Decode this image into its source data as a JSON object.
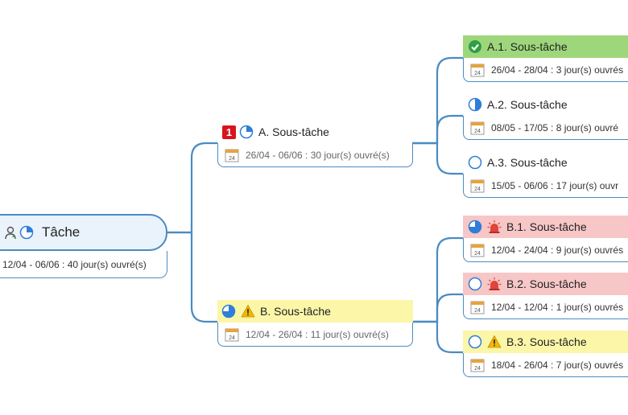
{
  "root": {
    "title": "Tâche",
    "dates": "12/04 - 06/06 : 40 jour(s) ouvré(s)"
  },
  "calendar_day": "24",
  "nodes": [
    {
      "id": "a",
      "title": "A. Sous-tâche",
      "dates": "26/04 - 06/06 : 30 jour(s) ouvré(s)",
      "priority": "1",
      "progress": 0.25,
      "icons": [
        "priority-1-icon",
        "quarter-progress-icon"
      ]
    },
    {
      "id": "a1",
      "title": "A.1. Sous-tâche",
      "dates": "26/04 - 28/04 : 3 jour(s) ouvrés",
      "progress": 1.0,
      "icons": [
        "check-icon"
      ],
      "highlight": "#9ed77b"
    },
    {
      "id": "a2",
      "title": "A.2. Sous-tâche",
      "dates": "08/05 - 17/05 : 8 jour(s) ouvré",
      "progress": 0.5,
      "icons": [
        "half-progress-icon"
      ]
    },
    {
      "id": "a3",
      "title": "A.3. Sous-tâche",
      "dates": "15/05 - 06/06 : 17 jour(s) ouvr",
      "progress": 0.0,
      "icons": [
        "empty-progress-icon"
      ]
    },
    {
      "id": "b",
      "title": "B. Sous-tâche",
      "dates": "12/04 - 26/04 : 11 jour(s) ouvré(s)",
      "progress": 0.75,
      "icons": [
        "three-quarter-progress-icon",
        "warning-icon"
      ],
      "highlight": "#fbf6a8"
    },
    {
      "id": "b1",
      "title": "B.1. Sous-tâche",
      "dates": "12/04 - 24/04 : 9 jour(s) ouvrés",
      "progress": 0.75,
      "icons": [
        "three-quarter-progress-icon",
        "alarm-icon"
      ],
      "highlight": "#f7c6c7"
    },
    {
      "id": "b2",
      "title": "B.2. Sous-tâche",
      "dates": "12/04 - 12/04 : 1 jour(s) ouvrés",
      "progress": 0.0,
      "icons": [
        "empty-progress-icon",
        "alarm-icon"
      ],
      "highlight": "#f7c6c7"
    },
    {
      "id": "b3",
      "title": "B.3. Sous-tâche",
      "dates": "18/04 - 26/04 : 7 jour(s) ouvrés",
      "progress": 0.0,
      "icons": [
        "empty-progress-icon",
        "warning-icon"
      ],
      "highlight": "#fbf6a8"
    }
  ],
  "colors": {
    "connector": "#4a8bc2",
    "progress": "#2f7ed8",
    "check": "#2ea043",
    "priority": "#d8141c",
    "warning": "#f5b800",
    "alarm": "#e0443a"
  }
}
